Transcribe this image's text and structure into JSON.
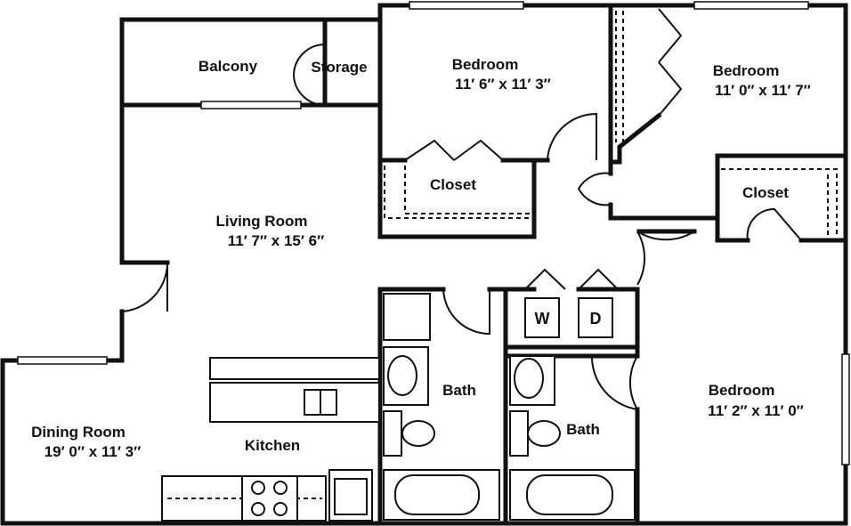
{
  "rooms": {
    "balcony": {
      "name": "Balcony"
    },
    "storage": {
      "name": "Storage"
    },
    "bedroom_top_left": {
      "name": "Bedroom",
      "size": "11′ 6″ x 11′ 3″"
    },
    "bedroom_top_right": {
      "name": "Bedroom",
      "size": "11′ 0″ x 11′ 7″"
    },
    "closet_left": {
      "name": "Closet"
    },
    "closet_right": {
      "name": "Closet"
    },
    "living_room": {
      "name": "Living Room",
      "size": "11′ 7″ x 15′ 6″"
    },
    "dining_room": {
      "name": "Dining Room",
      "size": "19′ 0″ x 11′ 3″"
    },
    "kitchen": {
      "name": "Kitchen"
    },
    "bath_left": {
      "name": "Bath"
    },
    "bath_right": {
      "name": "Bath"
    },
    "bedroom_bottom_right": {
      "name": "Bedroom",
      "size": "11′ 2″ x 11′ 0″"
    }
  },
  "appliances": {
    "washer": "W",
    "dryer": "D"
  }
}
